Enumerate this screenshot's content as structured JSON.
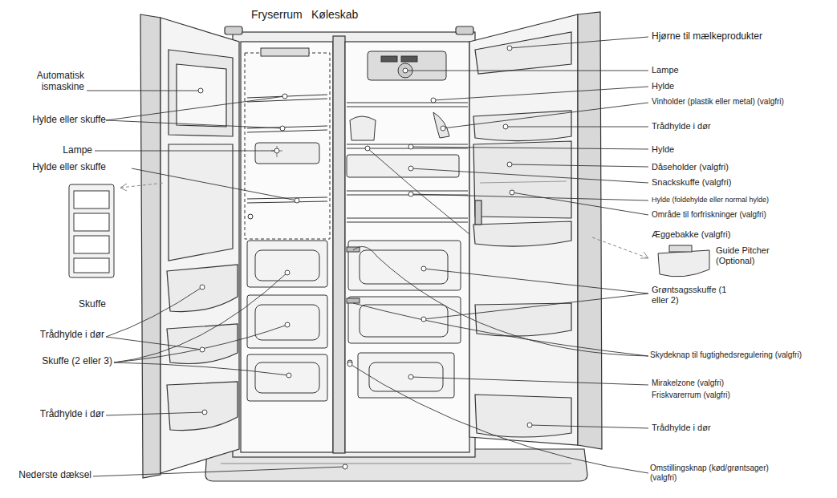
{
  "diagram": {
    "labels": [
      "Automatisk ismaskine",
      "Hylde eller skuffe",
      "Lampe",
      "Hylde eller skuffe",
      "Skuffe",
      "Trådhylde i dør",
      "Skuffe (2 eller 3)",
      "Trådhylde i dør",
      "Nederste dæksel",
      "Fryserrum",
      "Køleskab",
      "Hjørne til mælkeprodukter",
      "Lampe",
      "Hylde",
      "Vinholder (plastik eller metal) (valgfri)",
      "Trådhylde i dør",
      "Hylde",
      "Dåseholder (valgfri)",
      "Snackskuffe (valgfri)",
      "Hylde (foldehylde eller normal hylde)",
      "Område til forfriskninger (valgfri)",
      "Æggebakke (valgfri)",
      "Guide Pitcher (Optional)",
      "Grøntsagsskuffe (1 eller 2)",
      "Skydeknap til fugtighedsregulering (valgfri)",
      "Mirakelzone (valgfri)",
      "Friskvarerrum (valgfri)",
      "Trådhylde i dør",
      "Omstillingsknap (kød/grøntsager) (valgfri)"
    ]
  }
}
